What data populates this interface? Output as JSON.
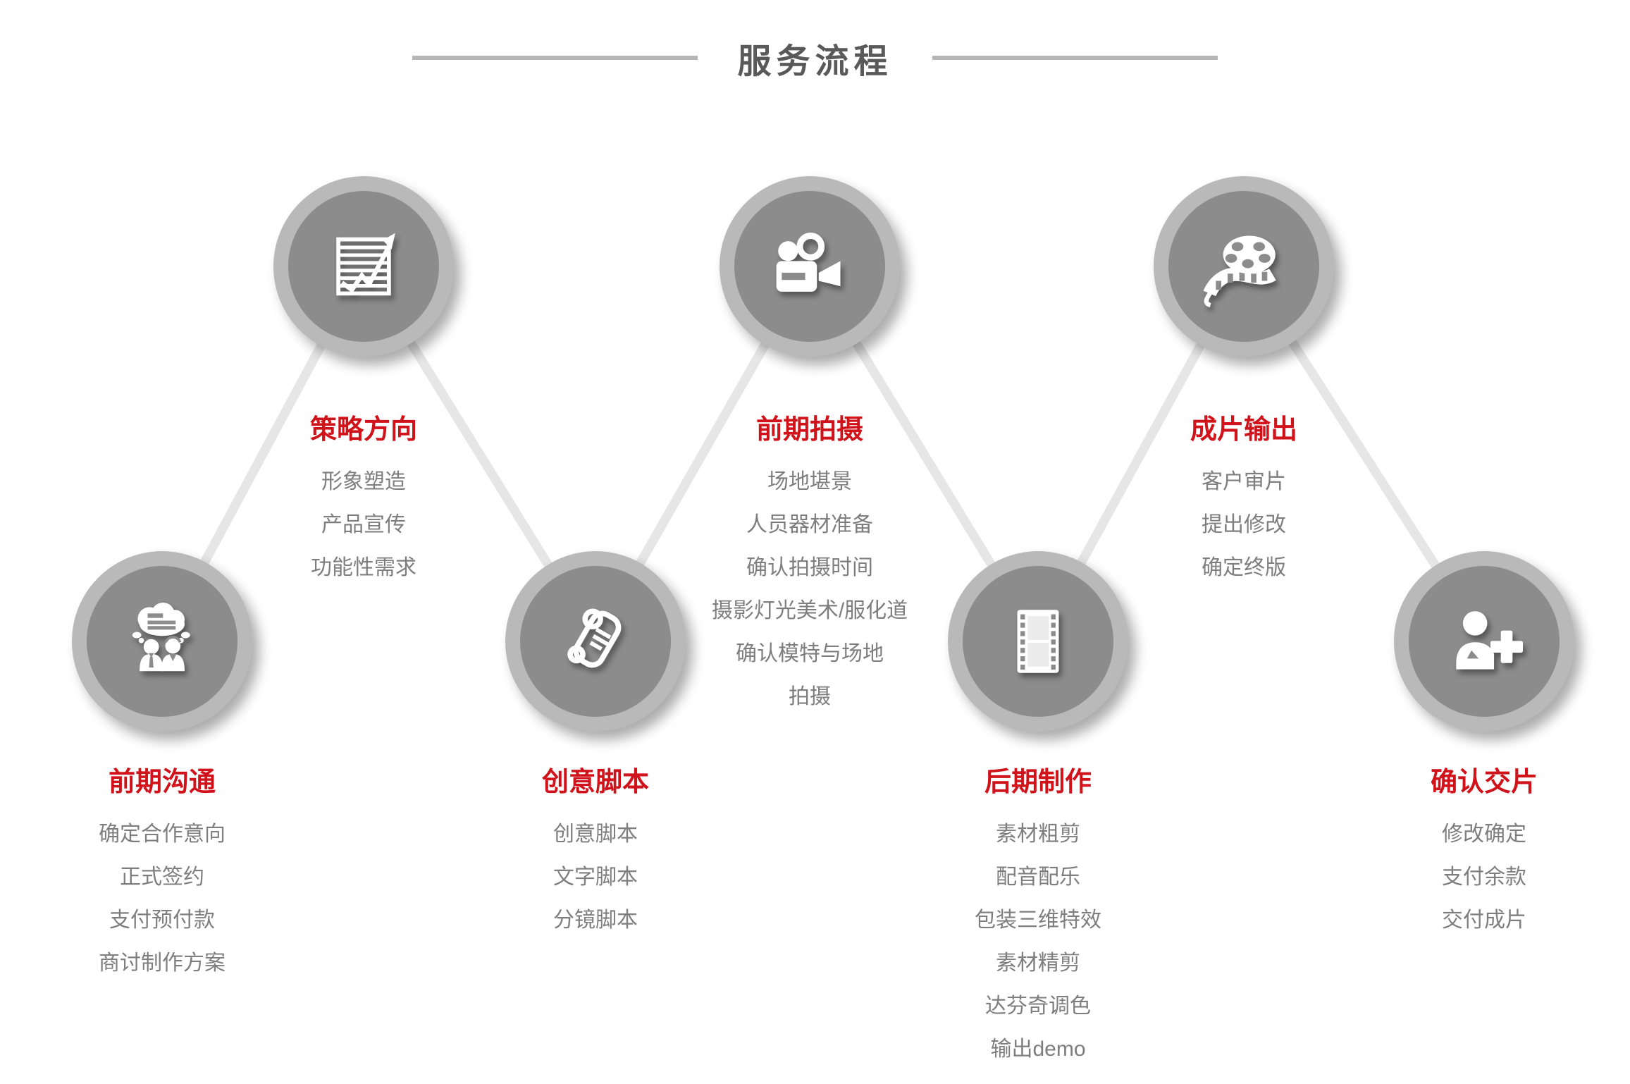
{
  "header": {
    "title": "服务流程"
  },
  "theme": {
    "accent_red": "#d0121a",
    "title_gray": "#595959",
    "item_gray": "#7e7e7e",
    "circle_ring": "#b9b9b9",
    "circle_inner": "#8c8c8c",
    "connector_gray": "#e6e6e6",
    "header_line_gray": "#b5b5b5"
  },
  "stages": [
    {
      "title": "前期沟通",
      "icon": "discussion-icon",
      "position": "bottom",
      "items": [
        "确定合作意向",
        "正式签约",
        "支付预付款",
        "商讨制作方案"
      ]
    },
    {
      "title": "策略方向",
      "icon": "chart-icon",
      "position": "top",
      "items": [
        "形象塑造",
        "产品宣传",
        "功能性需求"
      ]
    },
    {
      "title": "创意脚本",
      "icon": "scroll-icon",
      "position": "bottom",
      "items": [
        "创意脚本",
        "文字脚本",
        "分镜脚本"
      ]
    },
    {
      "title": "前期拍摄",
      "icon": "movie-camera-icon",
      "position": "top",
      "items": [
        "场地堪景",
        "人员器材准备",
        "确认拍摄时间",
        "摄影灯光美术/服化道",
        "确认模特与场地",
        "拍摄"
      ]
    },
    {
      "title": "后期制作",
      "icon": "film-strip-icon",
      "position": "bottom",
      "items": [
        "素材粗剪",
        "配音配乐",
        "包装三维特效",
        "素材精剪",
        "达芬奇调色",
        "输出demo"
      ]
    },
    {
      "title": "成片输出",
      "icon": "film-reel-icon",
      "position": "top",
      "items": [
        "客户审片",
        "提出修改",
        "确定终版"
      ]
    },
    {
      "title": "确认交片",
      "icon": "add-user-icon",
      "position": "bottom",
      "items": [
        "修改确定",
        "支付余款",
        "交付成片"
      ]
    }
  ]
}
